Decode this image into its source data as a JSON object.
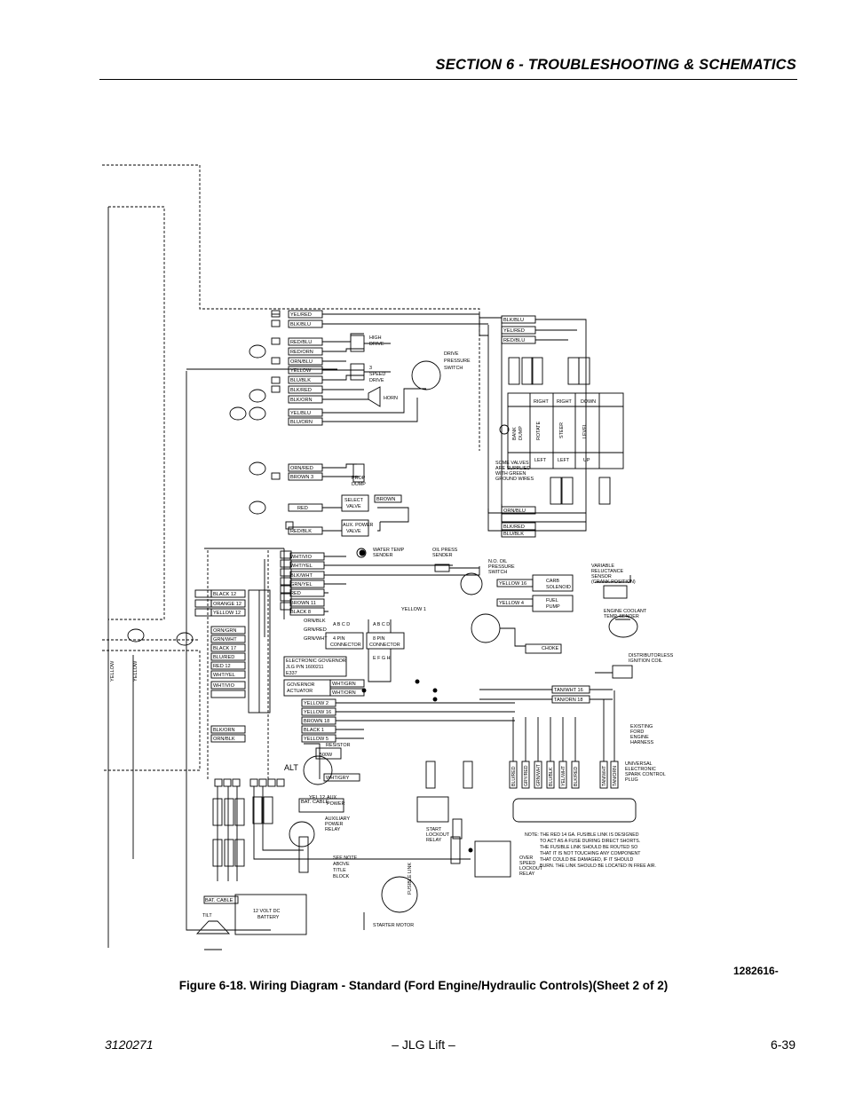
{
  "header": {
    "section_title": "SECTION 6 - TROUBLESHOOTING & SCHEMATICS"
  },
  "figure": {
    "drawing_number": "1282616-",
    "caption": "Figure 6-18.  Wiring Diagram - Standard (Ford Engine/Hydraulic Controls)(Sheet 2 of 2)"
  },
  "footer": {
    "doc_number": "3120271",
    "brand": "– JLG Lift –",
    "page_number": "6-39"
  },
  "schematic": {
    "wire_labels": {
      "yel_red_a": "YEL/RED",
      "blk_blu_a": "BLK/BLU",
      "red_blu": "RED/BLU",
      "red_orn": "RED/ORN",
      "orn_blu": "ORN/BLU",
      "yellow_a": "YELLOW",
      "blu_blk": "BLU/BLK",
      "blk_red_a": "BLK/RED",
      "blk_orn_a": "BLK/ORN",
      "yel_blu": "YEL/BLU",
      "blu_orn": "BLU/ORN",
      "orn_red": "ORN/RED",
      "brown_3": "BROWN  3",
      "red": "RED",
      "red_blk": "RED/BLK",
      "brown": "BROWN",
      "wht_vio": "WHT/VIO",
      "wht_yel": "WHT/YEL",
      "blk_wht": "BLK/WHT",
      "grn_yel": "GRN/YEL",
      "brown_11": "BROWN  11",
      "black_8": "BLACK  8",
      "orn_blk": "ORN/BLK",
      "grn_red": "GRN/RED",
      "grn_wht": "GRN/WHT",
      "black_12": "BLACK  12",
      "orange_12": "ORANGE  12",
      "yellow_12": "YELLOW  12",
      "orn_grn": "ORN/GRN",
      "grn_wht_b": "GRN/WHT",
      "black_17": "BLACK  17",
      "blu_red": "BLU/RED",
      "red_12": "RED   12",
      "wht_yel_b": "WHT/YEL",
      "wht_vio_b": "WHT/VIO",
      "blk_orn_b": "BLK/ORN",
      "orn_blk_b": "ORN/BLK",
      "yellow_1": "YELLOW  1",
      "yellow_2": "YELLOW  2",
      "yellow_16": "YELLOW  16",
      "brown_18": "BROWN  18",
      "black_1": "BLACK  1",
      "yellow_5": "YELLOW  5",
      "yel_12": "YEL  12",
      "wht_gry": "WHT/GRY",
      "yellow_16b": "YELLOW  16",
      "yellow_4": "YELLOW  4",
      "tan_wht_16": "TAN/WHT  16",
      "tan_orn_18": "TAN/ORN  18",
      "blk_blu_b": "BLK/BLU",
      "yel_red_b": "YEL/RED",
      "red_blu_b": "RED/BLU",
      "orn_blu_b": "ORN/BLU",
      "blk_red_b": "BLK/RED",
      "blu_blk_b": "BLU/BLK",
      "wht_grn": "WHT/GRN",
      "wht_orn": "WHT/ORN",
      "bat_cable_a": "BAT. CABLE",
      "bat_cable_b": "BAT. CABLE",
      "yellow_v": "YELLOW",
      "yellow_v2": "YELLOW"
    },
    "component_labels": {
      "high_drive_1": "HIGH",
      "high_drive_2": "DRIVE",
      "speed_1": "3",
      "speed_2": "SPEED",
      "speed_3": "DRIVE",
      "horn": "HORN",
      "dps_1": "DRIVE",
      "dps_2": "PRESSURE",
      "dps_3": "SWITCH",
      "prop_1": "PROP",
      "prop_2": "DUMP",
      "select_1": "SELECT",
      "select_2": "VALVE",
      "aux_1": "AUX. POWER",
      "aux_2": "VALVE",
      "water_1": "WATER TEMP",
      "water_2": "SENDER",
      "oil_1": "OIL PRESS",
      "oil_2": "SENDER",
      "ns_1": "N.O. OIL",
      "ns_2": "PRESSURE",
      "ns_3": "SWITCH",
      "carb_1": "CARB",
      "carb_2": "SOLENOID",
      "fuel_1": "FUEL",
      "fuel_2": "PUMP",
      "vr_1": "VARIABLE",
      "vr_2": "RELUCTANCE",
      "vr_3": "SENSOR",
      "vr_4": "(CRANK POSITION)",
      "coolant_1": "ENGINE COOLANT",
      "coolant_2": "TEMP. SENDER",
      "choke": "CHOKE",
      "dist_1": "DISTRIBUTORLESS",
      "dist_2": "IGNITION COIL",
      "four_pin_1": "A  B  C  D",
      "four_pin_2": "4 PIN",
      "four_pin_3": "CONNECTOR",
      "eight_pin_1": "A  B  C  D",
      "eight_pin_2": "8 PIN",
      "eight_pin_3": "CONNECTOR",
      "eight_pin_4": "E  F  G  H",
      "gov_1": "ELECTRONIC GOVERNOR",
      "gov_2": "JLG P/N 1600211",
      "gov_3": "E337",
      "gov_act_1": "GOVERNOR",
      "gov_act_2": "ACTUATOR",
      "resistor": "RESISTOR",
      "res_val": "500W",
      "alt": "ALT",
      "aux_relay_1": "AUX",
      "aux_relay_2": "POWER",
      "aux_relay_3": "AUXILIARY",
      "aux_relay_4": "POWER",
      "aux_relay_5": "RELAY",
      "start_relay_1": "START",
      "start_relay_2": "LOCKOUT",
      "start_relay_3": "RELAY",
      "over_1": "OVER",
      "over_2": "SPEED",
      "over_3": "LOCKOUT",
      "over_4": "RELAY",
      "fusible": "FUSIBLE LINK",
      "see_note_1": "SEE NOTE",
      "see_note_2": "ABOVE",
      "see_note_3": "TITLE",
      "see_note_4": "BLOCK",
      "starter": "STARTER MOTOR",
      "battery_1": "12 VOLT DC",
      "battery_2": "BATTERY",
      "exist_1": "EXISTING",
      "exist_2": "FORD",
      "exist_3": "ENGINE",
      "exist_4": "HARNESS",
      "univ_1": "UNIVERSAL",
      "univ_2": "ELECTRONIC",
      "univ_3": "SPARK CONTROL",
      "univ_4": "PLUG",
      "valves_1": "SOME VALVES",
      "valves_2": "ARE SUPPLIED",
      "valves_3": "WITH GREEN",
      "valves_4": "GROUND WIRES",
      "right_a": "RIGHT",
      "right_b": "RIGHT",
      "down": "DOWN",
      "left_a": "LEFT",
      "left_b": "LEFT",
      "up": "UP",
      "rotate": "ROTATE",
      "steer": "STEER",
      "level": "LEVEL",
      "bank_1": "BANK",
      "bank_2": "DUMP",
      "tilt": "TILT"
    },
    "note_lines": [
      "NOTE:  THE RED 14 GA. FUSIBLE LINK IS DESIGNED",
      "TO ACT AS A FUSE DURING DIRECT SHORTS.",
      "THE FUSIBLE LINK SHOULD BE ROUTED SO",
      "THAT IT IS NOT TOUCHING ANY COMPONENT",
      "THAT COULD BE DAMAGED, IF IT SHOULD",
      "BURN. THE LINK SHOULD BE LOCATED IN FREE AIR."
    ],
    "plug_labels": [
      "BLU/RED",
      "GRY/RED",
      "GRN/WHT",
      "BLU/BLK",
      "YEL/WHT",
      "BLK/RED",
      "TAN/WHT",
      "TAN/ORN"
    ]
  }
}
